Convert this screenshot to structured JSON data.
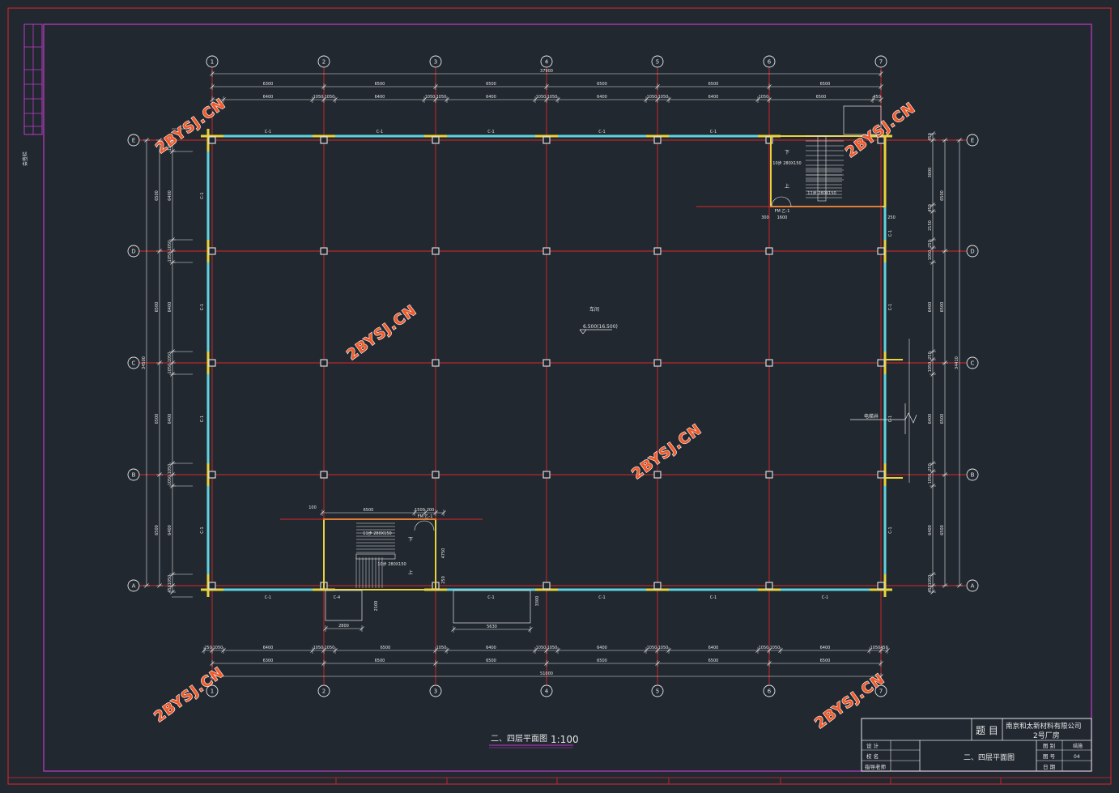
{
  "drawing": {
    "caption": "二、四层平面图",
    "scale": "1:100",
    "grid_cols": [
      "1",
      "2",
      "3",
      "4",
      "5",
      "6",
      "7"
    ],
    "grid_rows": [
      "E",
      "D",
      "C",
      "B",
      "A"
    ],
    "dims_top_total": "37900",
    "dims_top_spans": [
      "6300",
      "6500",
      "6500",
      "6500",
      "6500",
      "6500"
    ],
    "dims_top_detail": [
      "6400",
      "1050",
      "1050",
      "6400",
      "1050",
      "1050",
      "6400",
      "1050",
      "1050",
      "6400",
      "1050",
      "1050",
      "6400",
      "1050",
      "6500",
      "450"
    ],
    "dims_bottom_total": "51000",
    "dims_bottom_spans": [
      "6300",
      "6500",
      "6500",
      "6500",
      "6500",
      "6500"
    ],
    "dims_bottom_detail": [
      "250",
      "1050",
      "6400",
      "1050",
      "1050",
      "6500",
      "1050",
      "6400",
      "1050",
      "1050",
      "6400",
      "1050",
      "1050",
      "6400",
      "1050",
      "1050",
      "6400",
      "1050",
      "450"
    ],
    "dims_left_total": "34500",
    "dims_left_spans": [
      "6500",
      "6500",
      "6500",
      "6500"
    ],
    "dims_left_detail": [
      "1050",
      "6400",
      "1050",
      "1050",
      "6400",
      "1050",
      "1050",
      "6400",
      "1050",
      "1050",
      "6400",
      "1050",
      "450"
    ],
    "dims_right_total": "34410",
    "dims_right_spans": [
      "6500",
      "6500",
      "6500",
      "6500"
    ],
    "dims_right_detail": [
      "450",
      "3000",
      "450",
      "2150",
      "250",
      "1050",
      "6400",
      "250",
      "1050",
      "6400",
      "250",
      "1050",
      "6400",
      "1050",
      "450"
    ],
    "window_tag": "C-1",
    "window_tag_4": "C-4",
    "door_tag": "FM 乙-1",
    "room_label": "车间",
    "elevation_label": "6.500(16.500)",
    "stair_up": "上",
    "stair_down": "下",
    "stair_note_a": "10步 280X150",
    "stair_note_b": "11步 280X150",
    "stair_dim_6500": "6500",
    "stair_dim_1500": "1500",
    "stair_dim_100": "100",
    "stair_dim_200": "200",
    "stair_dim_1600": "1600",
    "stair_dim_300": "300",
    "stair_dim_250": "250",
    "stair_dim_2800": "2800",
    "stair_dim_2100": "2100",
    "stair_dim_3300": "3300",
    "stair_dim_4750": "4750",
    "stair_dim_5630": "5630",
    "side_label": "会签栏",
    "side_note": "电梯井"
  },
  "title_block": {
    "label_title": "题 目",
    "company": "南京和太新材料有限公司",
    "project": "2号厂房",
    "drawing_name": "二、四层平面图",
    "rows": [
      {
        "left": "设 计",
        "right_label": "图 别",
        "right_value": "结施"
      },
      {
        "left": "校 名",
        "right_label": "图 号",
        "right_value": "04"
      },
      {
        "left": "指导老师",
        "right_label": "日 期",
        "right_value": ""
      }
    ]
  },
  "watermark": "2BYSJ.CN",
  "colors": {
    "background": "#212830",
    "axis": "#e0262a",
    "wall_window": "#5fd3de",
    "wall_yellow": "#e8d33a",
    "line_white": "#e6e6e6",
    "frame_magenta": "#c03cc8",
    "watermark": "#f25a2a"
  }
}
